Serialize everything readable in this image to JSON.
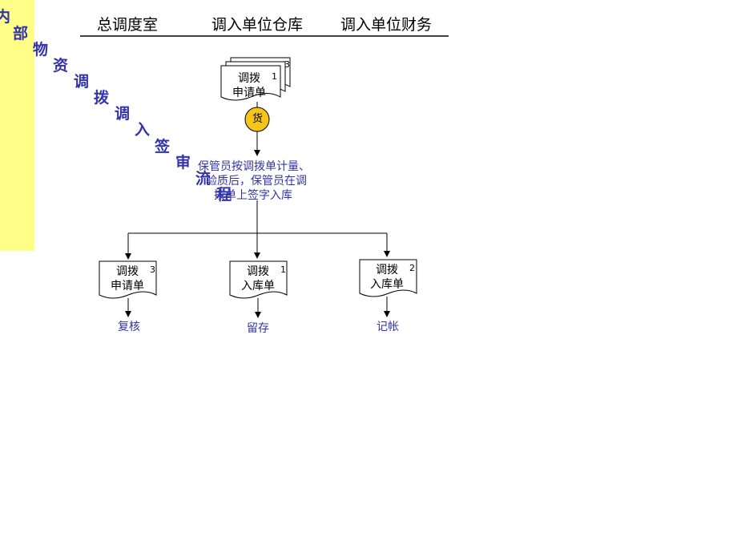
{
  "sidebar": {
    "title_chars": [
      "内",
      "部",
      "物",
      "资",
      "调",
      "拨",
      "调",
      "入",
      "签",
      "审",
      "流",
      "程"
    ]
  },
  "header": {
    "columns": [
      "总调度室",
      "调入单位仓库",
      "调入单位财务"
    ]
  },
  "top_doc": {
    "label_line1": "调拨",
    "label_line2": "申请单",
    "number": "1",
    "stack_number": "3"
  },
  "goods": {
    "label": "货"
  },
  "note": {
    "line1": "保管员按调拨单计量、",
    "line2": "验质后，保管员在调",
    "line3": "拨单上签字入库"
  },
  "bottom_docs": [
    {
      "line1": "调拨",
      "line2": "申请单",
      "number": "3",
      "action": "复核"
    },
    {
      "line1": "调拨",
      "line2": "入库单",
      "number": "1",
      "action": "留存"
    },
    {
      "line1": "调拨",
      "line2": "入库单",
      "number": "2",
      "action": "记帐"
    }
  ],
  "colors": {
    "sidebar_bg": "#ffff88",
    "title_text": "#3333aa",
    "goods_circle": "#f5c518"
  }
}
